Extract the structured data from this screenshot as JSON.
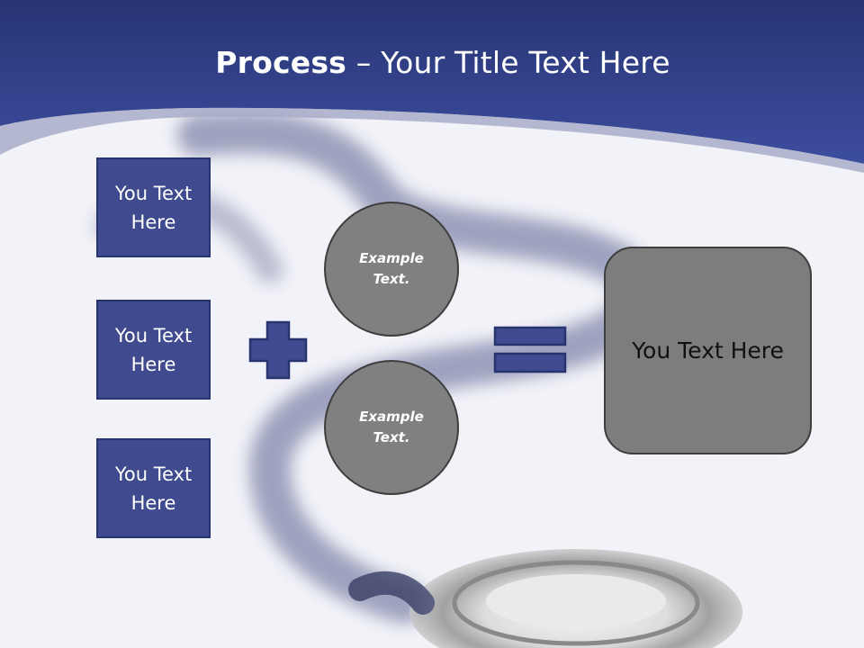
{
  "title": {
    "bold": "Process",
    "rest": " – Your Title Text Here"
  },
  "inputs": [
    {
      "line1": "You Text",
      "line2": "Here"
    },
    {
      "line1": "You Text",
      "line2": "Here"
    },
    {
      "line1": "You Text",
      "line2": "Here"
    }
  ],
  "examples": [
    {
      "line1": "Example",
      "line2": "Text."
    },
    {
      "line1": "Example",
      "line2": "Text."
    }
  ],
  "result": {
    "label": "You Text Here"
  },
  "colors": {
    "header": "#2f3d8a",
    "box_fill": "#3f4b8e",
    "circle_fill": "#808080",
    "result_fill": "#7d7d7d"
  },
  "icons": [
    "plus-sign",
    "equals-sign"
  ]
}
